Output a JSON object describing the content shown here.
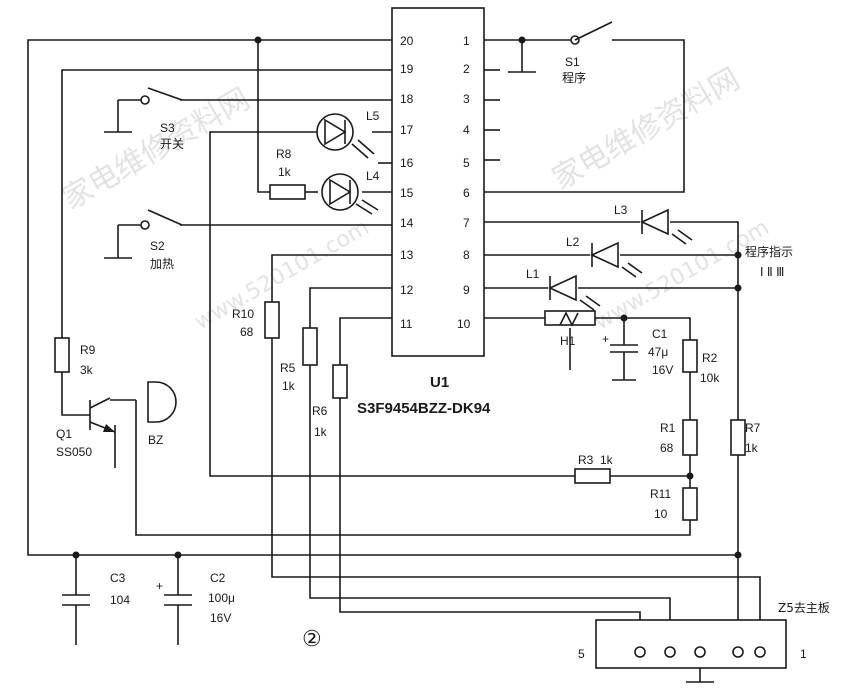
{
  "ic": {
    "ref": "U1",
    "part": "S3F9454BZZ-DK94",
    "pins_left": [
      "20",
      "19",
      "18",
      "17",
      "16",
      "15",
      "14",
      "13",
      "12",
      "11"
    ],
    "pins_right": [
      "1",
      "2",
      "3",
      "4",
      "5",
      "6",
      "7",
      "8",
      "9",
      "10"
    ]
  },
  "switches": {
    "s1": {
      "ref": "S1",
      "name": "程序"
    },
    "s2": {
      "ref": "S2",
      "name": "加热"
    },
    "s3": {
      "ref": "S3",
      "name": "开关"
    }
  },
  "leds": {
    "l1": "L1",
    "l2": "L2",
    "l3": "L3",
    "l4": "L4",
    "l5": "L5"
  },
  "indicator_label": "程序指示",
  "indicator_sub": "Ⅰ Ⅱ Ⅲ",
  "resistors": {
    "r1": {
      "ref": "R1",
      "value": "68"
    },
    "r2": {
      "ref": "R2",
      "value": "10k"
    },
    "r3": {
      "ref": "R3",
      "value": "1k"
    },
    "r5": {
      "ref": "R5",
      "value": "1k"
    },
    "r6": {
      "ref": "R6",
      "value": "1k"
    },
    "r7": {
      "ref": "R7",
      "value": "1k"
    },
    "r8": {
      "ref": "R8",
      "value": "1k"
    },
    "r9": {
      "ref": "R9",
      "value": "3k"
    },
    "r10": {
      "ref": "R10",
      "value": "68"
    },
    "r11": {
      "ref": "R11",
      "value": "10"
    }
  },
  "capacitors": {
    "c1": {
      "ref": "C1",
      "value": "47μ",
      "voltage": "16V"
    },
    "c2": {
      "ref": "C2",
      "value": "100μ",
      "voltage": "16V"
    },
    "c3": {
      "ref": "C3",
      "value": "104"
    }
  },
  "transistor": {
    "ref": "Q1",
    "part": "SS050"
  },
  "buzzer": "BZ",
  "thermistor": "H1",
  "connector": {
    "name": "Z5去主板",
    "pin_first": "5",
    "pin_last": "1"
  },
  "figure_number": "②",
  "watermarks": [
    "家电维修资料网",
    "www.520101.com",
    "家电维修资料网",
    "www.520101.com"
  ]
}
